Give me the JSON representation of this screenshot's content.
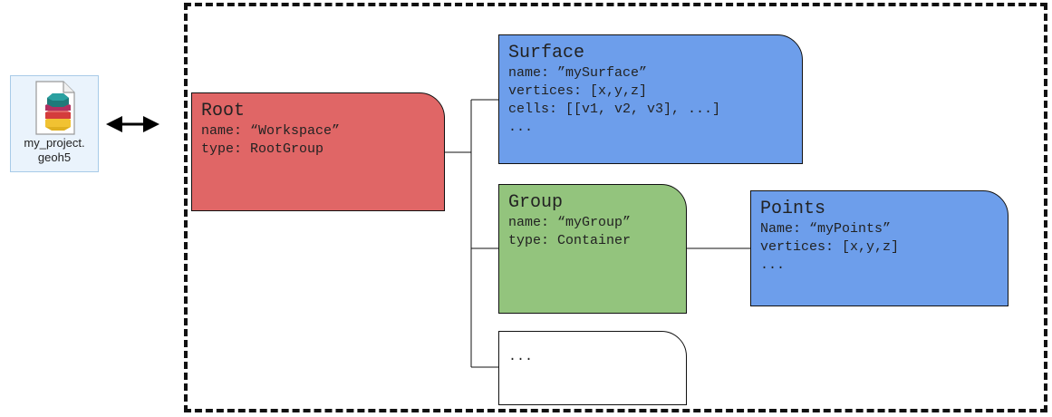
{
  "file": {
    "label": "my_project.\ngeoh5",
    "icon": "geoh5-file-icon"
  },
  "colors": {
    "root": "#e06666",
    "object": "#6d9eeb",
    "group": "#93c47d",
    "empty": "#ffffff",
    "border": "#111111"
  },
  "nodes": {
    "root": {
      "title": "Root",
      "lines": [
        "name: “Workspace”",
        "type: RootGroup"
      ]
    },
    "surface": {
      "title": "Surface",
      "lines": [
        "name: ”mySurface”",
        "vertices: [x,y,z]",
        "cells: [[v1, v2, v3], ...]",
        "..."
      ]
    },
    "group": {
      "title": "Group",
      "lines": [
        "name: “myGroup”",
        "type: Container"
      ]
    },
    "points": {
      "title": "Points",
      "lines": [
        "Name: “myPoints”",
        "vertices: [x,y,z]",
        "..."
      ]
    },
    "etc": {
      "lines": [
        "..."
      ]
    }
  }
}
